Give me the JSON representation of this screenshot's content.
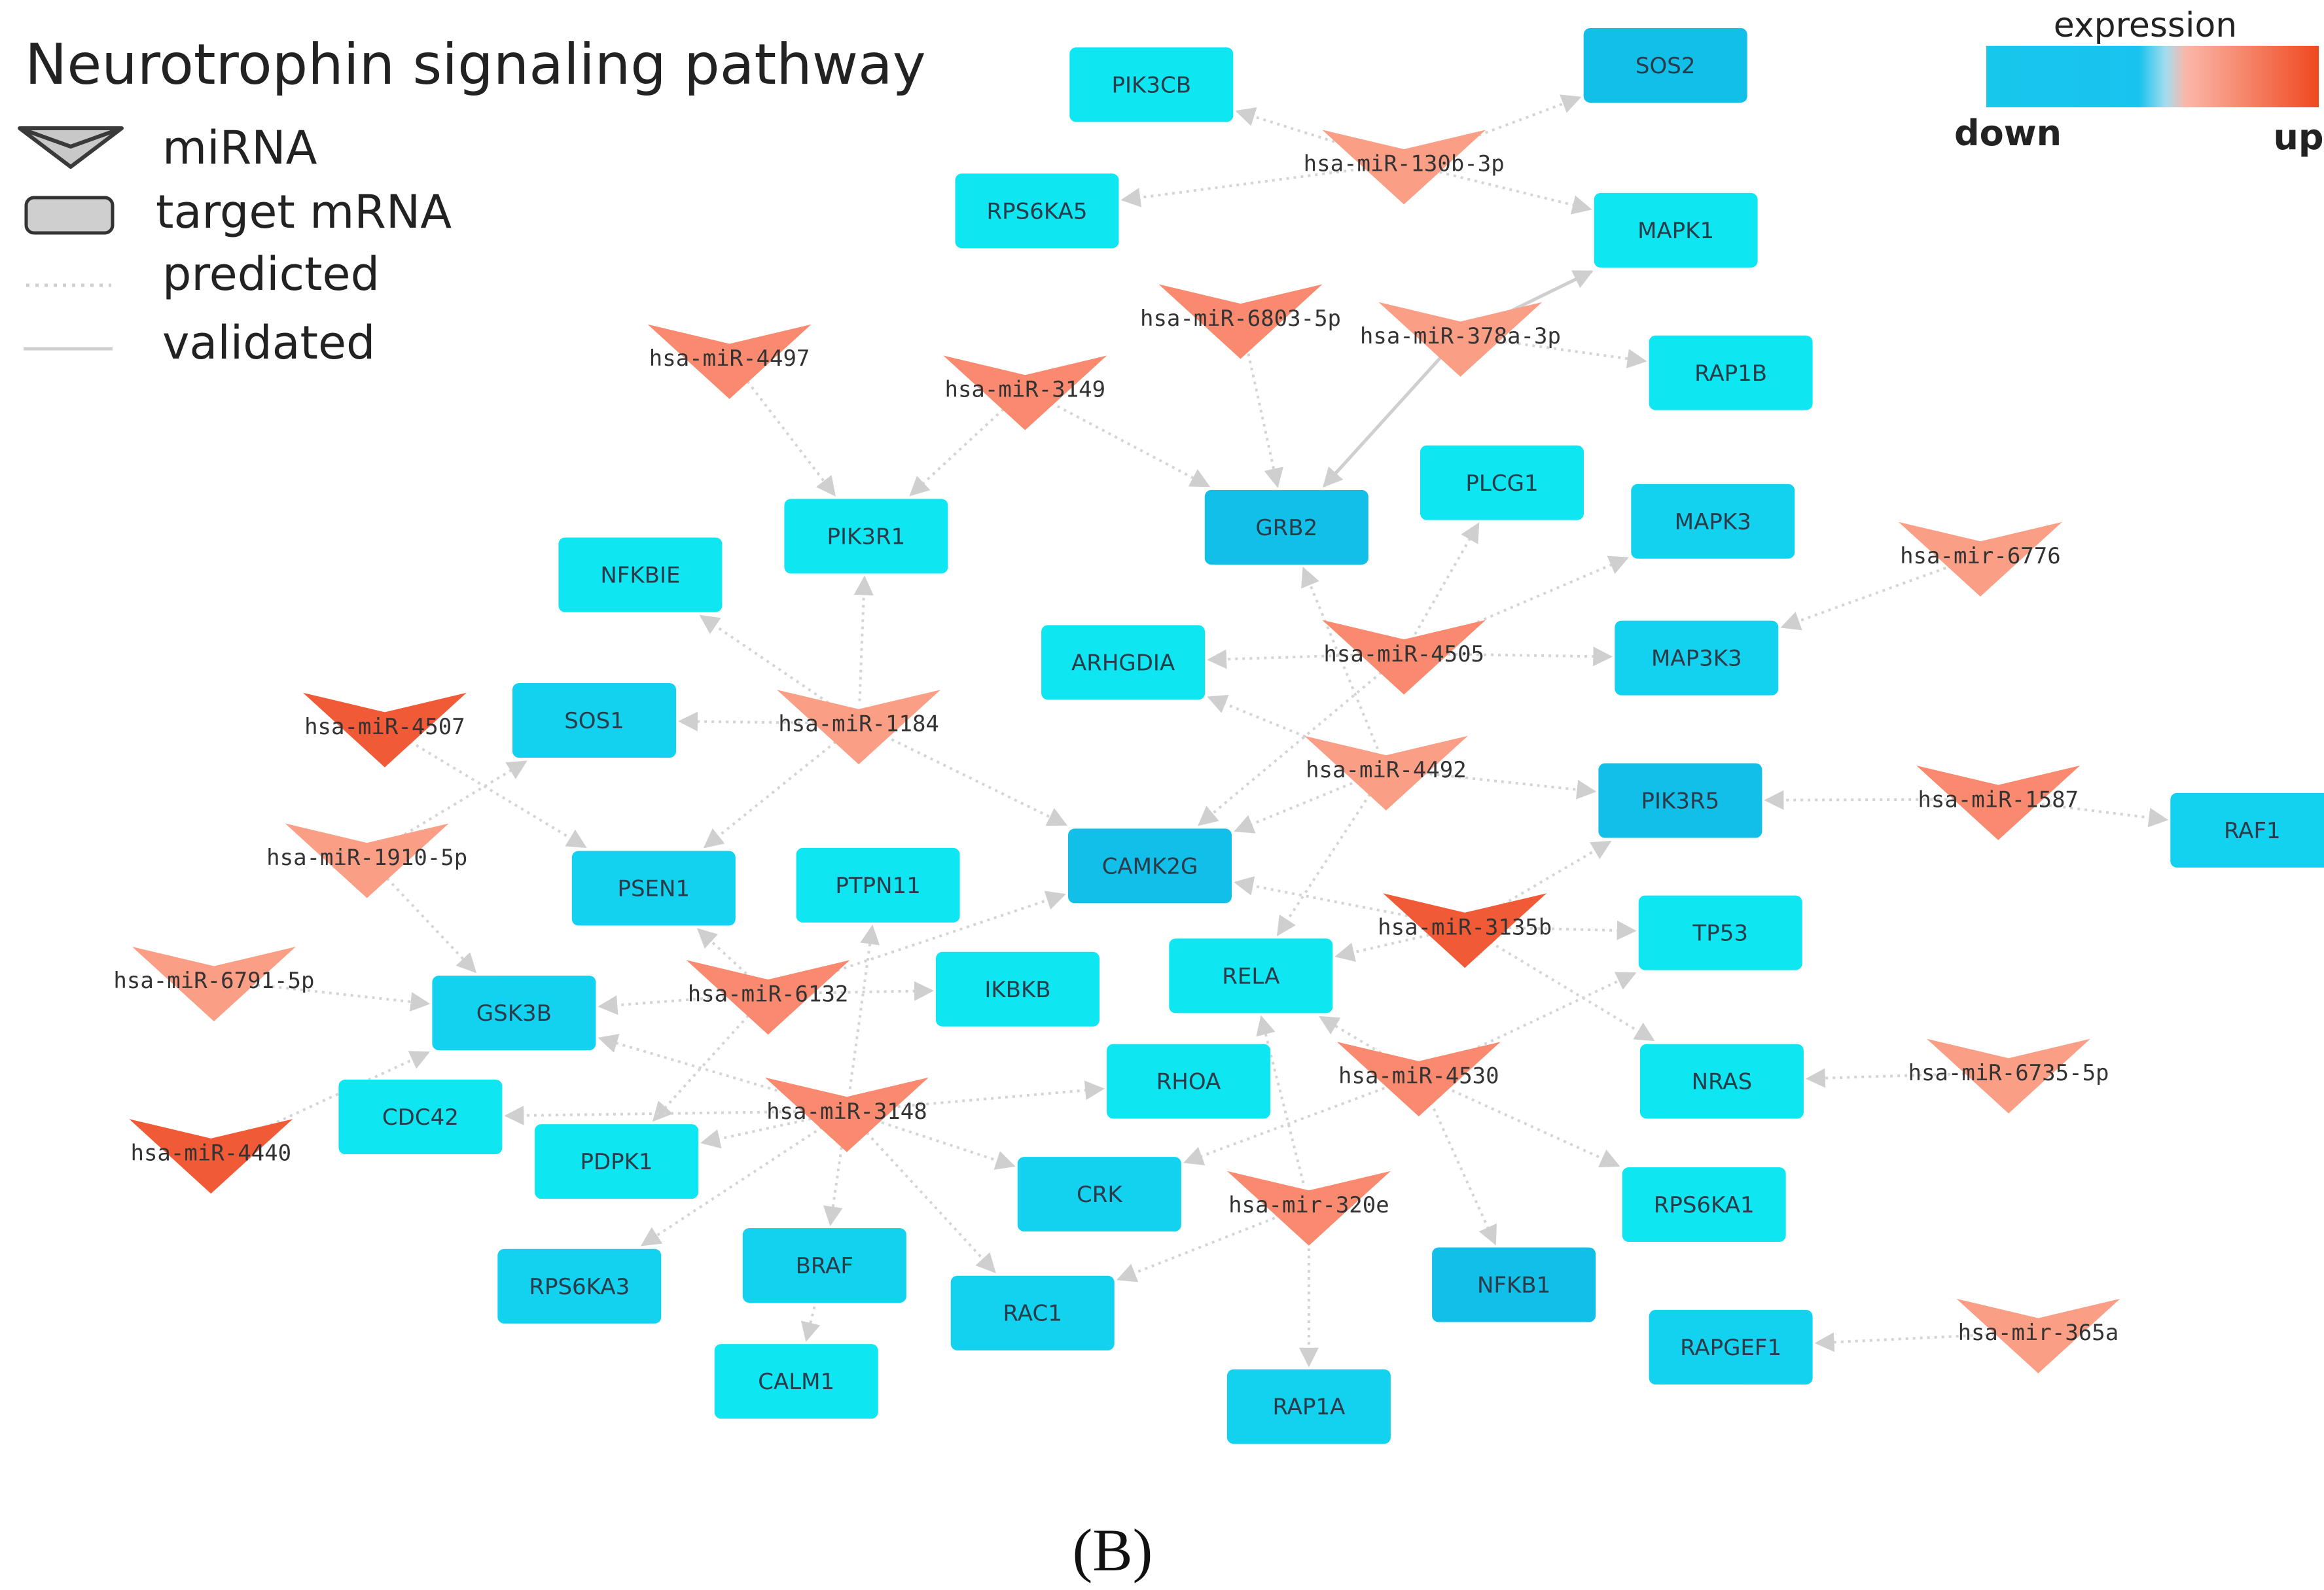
{
  "title": "Neurotrophin signaling pathway",
  "legend": {
    "mirna": "miRNA",
    "mrna": "target mRNA",
    "predicted": "predicted",
    "validated": "validated"
  },
  "expression_scale": {
    "title": "expression",
    "low": "down",
    "high": "up"
  },
  "panel_label": "(B)",
  "colors": {
    "mrna_down_light": "#0ee7f2",
    "mrna_down_mid": "#12d2ef",
    "mrna_down_strong": "#12bfe8",
    "mirna_up_light": "#fb9e86",
    "mirna_up_mid": "#f98a6f",
    "mirna_up_strong": "#f05a36",
    "edge": "#d0d0d0"
  },
  "nodes": {
    "PIK3CB": {
      "type": "mrna",
      "label": "PIK3CB",
      "tone": "light"
    },
    "SOS2": {
      "type": "mrna",
      "label": "SOS2",
      "tone": "strong"
    },
    "RPS6KA5": {
      "type": "mrna",
      "label": "RPS6KA5",
      "tone": "light"
    },
    "MAPK1": {
      "type": "mrna",
      "label": "MAPK1",
      "tone": "light"
    },
    "RAP1B": {
      "type": "mrna",
      "label": "RAP1B",
      "tone": "light"
    },
    "PLCG1": {
      "type": "mrna",
      "label": "PLCG1",
      "tone": "light"
    },
    "PIK3R1": {
      "type": "mrna",
      "label": "PIK3R1",
      "tone": "light"
    },
    "GRB2": {
      "type": "mrna",
      "label": "GRB2",
      "tone": "strong"
    },
    "MAPK3": {
      "type": "mrna",
      "label": "MAPK3",
      "tone": "mid"
    },
    "NFKBIE": {
      "type": "mrna",
      "label": "NFKBIE",
      "tone": "light"
    },
    "ARHGDIA": {
      "type": "mrna",
      "label": "ARHGDIA",
      "tone": "light"
    },
    "MAP3K3": {
      "type": "mrna",
      "label": "MAP3K3",
      "tone": "mid"
    },
    "SOS1": {
      "type": "mrna",
      "label": "SOS1",
      "tone": "mid"
    },
    "PIK3R5": {
      "type": "mrna",
      "label": "PIK3R5",
      "tone": "strong"
    },
    "RAF1": {
      "type": "mrna",
      "label": "RAF1",
      "tone": "mid"
    },
    "PSEN1": {
      "type": "mrna",
      "label": "PSEN1",
      "tone": "mid"
    },
    "PTPN11": {
      "type": "mrna",
      "label": "PTPN11",
      "tone": "light"
    },
    "CAMK2G": {
      "type": "mrna",
      "label": "CAMK2G",
      "tone": "strong"
    },
    "TP53": {
      "type": "mrna",
      "label": "TP53",
      "tone": "light"
    },
    "RELA": {
      "type": "mrna",
      "label": "RELA",
      "tone": "light"
    },
    "GSK3B": {
      "type": "mrna",
      "label": "GSK3B",
      "tone": "mid"
    },
    "IKBKB": {
      "type": "mrna",
      "label": "IKBKB",
      "tone": "light"
    },
    "RHOA": {
      "type": "mrna",
      "label": "RHOA",
      "tone": "light"
    },
    "NRAS": {
      "type": "mrna",
      "label": "NRAS",
      "tone": "light"
    },
    "CDC42": {
      "type": "mrna",
      "label": "CDC42",
      "tone": "light"
    },
    "PDPK1": {
      "type": "mrna",
      "label": "PDPK1",
      "tone": "light"
    },
    "CRK": {
      "type": "mrna",
      "label": "CRK",
      "tone": "mid"
    },
    "RPS6KA1": {
      "type": "mrna",
      "label": "RPS6KA1",
      "tone": "light"
    },
    "RPS6KA3": {
      "type": "mrna",
      "label": "RPS6KA3",
      "tone": "mid"
    },
    "BRAF": {
      "type": "mrna",
      "label": "BRAF",
      "tone": "mid"
    },
    "NFKB1": {
      "type": "mrna",
      "label": "NFKB1",
      "tone": "strong"
    },
    "RAC1": {
      "type": "mrna",
      "label": "RAC1",
      "tone": "mid"
    },
    "CALM1": {
      "type": "mrna",
      "label": "CALM1",
      "tone": "light"
    },
    "RAPGEF1": {
      "type": "mrna",
      "label": "RAPGEF1",
      "tone": "mid"
    },
    "RAP1A": {
      "type": "mrna",
      "label": "RAP1A",
      "tone": "mid"
    },
    "miR130b": {
      "type": "mirna",
      "label": "hsa-miR-130b-3p",
      "tone": "light"
    },
    "miR6803": {
      "type": "mirna",
      "label": "hsa-miR-6803-5p",
      "tone": "mid"
    },
    "miR378a": {
      "type": "mirna",
      "label": "hsa-miR-378a-3p",
      "tone": "light"
    },
    "miR4497": {
      "type": "mirna",
      "label": "hsa-miR-4497",
      "tone": "mid"
    },
    "miR3149": {
      "type": "mirna",
      "label": "hsa-miR-3149",
      "tone": "mid"
    },
    "mir6776": {
      "type": "mirna",
      "label": "hsa-mir-6776",
      "tone": "light"
    },
    "miR4505": {
      "type": "mirna",
      "label": "hsa-miR-4505",
      "tone": "mid"
    },
    "miR4507": {
      "type": "mirna",
      "label": "hsa-miR-4507",
      "tone": "strong"
    },
    "miR1184": {
      "type": "mirna",
      "label": "hsa-miR-1184",
      "tone": "light"
    },
    "miR4492": {
      "type": "mirna",
      "label": "hsa-miR-4492",
      "tone": "light"
    },
    "miR1587": {
      "type": "mirna",
      "label": "hsa-miR-1587",
      "tone": "mid"
    },
    "miR1910": {
      "type": "mirna",
      "label": "hsa-miR-1910-5p",
      "tone": "light"
    },
    "miR3135b": {
      "type": "mirna",
      "label": "hsa-miR-3135b",
      "tone": "strong"
    },
    "miR6791": {
      "type": "mirna",
      "label": "hsa-miR-6791-5p",
      "tone": "light"
    },
    "miR6132": {
      "type": "mirna",
      "label": "hsa-miR-6132",
      "tone": "mid"
    },
    "miR4530": {
      "type": "mirna",
      "label": "hsa-miR-4530",
      "tone": "mid"
    },
    "miR6735": {
      "type": "mirna",
      "label": "hsa-miR-6735-5p",
      "tone": "light"
    },
    "miR3148": {
      "type": "mirna",
      "label": "hsa-miR-3148",
      "tone": "mid"
    },
    "miR4440": {
      "type": "mirna",
      "label": "hsa-miR-4440",
      "tone": "strong"
    },
    "mir320e": {
      "type": "mirna",
      "label": "hsa-mir-320e",
      "tone": "mid"
    },
    "mir365a": {
      "type": "mirna",
      "label": "hsa-mir-365a",
      "tone": "light"
    }
  },
  "edges": [
    {
      "source": "miR130b",
      "target": "PIK3CB",
      "kind": "predicted"
    },
    {
      "source": "miR130b",
      "target": "SOS2",
      "kind": "predicted"
    },
    {
      "source": "miR130b",
      "target": "RPS6KA5",
      "kind": "predicted"
    },
    {
      "source": "miR130b",
      "target": "MAPK1",
      "kind": "predicted"
    },
    {
      "source": "miR378a",
      "target": "MAPK1",
      "kind": "validated"
    },
    {
      "source": "miR378a",
      "target": "RAP1B",
      "kind": "predicted"
    },
    {
      "source": "miR378a",
      "target": "GRB2",
      "kind": "validated"
    },
    {
      "source": "miR6803",
      "target": "GRB2",
      "kind": "predicted"
    },
    {
      "source": "miR4497",
      "target": "PIK3R1",
      "kind": "predicted"
    },
    {
      "source": "miR3149",
      "target": "PIK3R1",
      "kind": "predicted"
    },
    {
      "source": "miR3149",
      "target": "GRB2",
      "kind": "predicted"
    },
    {
      "source": "mir6776",
      "target": "MAP3K3",
      "kind": "predicted"
    },
    {
      "source": "miR4505",
      "target": "PLCG1",
      "kind": "predicted"
    },
    {
      "source": "miR4505",
      "target": "MAPK3",
      "kind": "predicted"
    },
    {
      "source": "miR4505",
      "target": "ARHGDIA",
      "kind": "predicted"
    },
    {
      "source": "miR4505",
      "target": "MAP3K3",
      "kind": "predicted"
    },
    {
      "source": "miR4505",
      "target": "CAMK2G",
      "kind": "predicted"
    },
    {
      "source": "miR4492",
      "target": "GRB2",
      "kind": "predicted"
    },
    {
      "source": "miR4492",
      "target": "ARHGDIA",
      "kind": "predicted"
    },
    {
      "source": "miR4492",
      "target": "PIK3R5",
      "kind": "predicted"
    },
    {
      "source": "miR4492",
      "target": "CAMK2G",
      "kind": "predicted"
    },
    {
      "source": "miR4492",
      "target": "RELA",
      "kind": "predicted"
    },
    {
      "source": "miR1184",
      "target": "NFKBIE",
      "kind": "predicted"
    },
    {
      "source": "miR1184",
      "target": "PIK3R1",
      "kind": "predicted"
    },
    {
      "source": "miR1184",
      "target": "SOS1",
      "kind": "predicted"
    },
    {
      "source": "miR1184",
      "target": "PSEN1",
      "kind": "predicted"
    },
    {
      "source": "miR1184",
      "target": "CAMK2G",
      "kind": "predicted"
    },
    {
      "source": "miR4507",
      "target": "PSEN1",
      "kind": "predicted"
    },
    {
      "source": "miR1910",
      "target": "SOS1",
      "kind": "predicted"
    },
    {
      "source": "miR1910",
      "target": "GSK3B",
      "kind": "predicted"
    },
    {
      "source": "miR1587",
      "target": "PIK3R5",
      "kind": "predicted"
    },
    {
      "source": "miR1587",
      "target": "RAF1",
      "kind": "predicted"
    },
    {
      "source": "miR3135b",
      "target": "PIK3R5",
      "kind": "predicted"
    },
    {
      "source": "miR3135b",
      "target": "CAMK2G",
      "kind": "predicted"
    },
    {
      "source": "miR3135b",
      "target": "TP53",
      "kind": "predicted"
    },
    {
      "source": "miR3135b",
      "target": "RELA",
      "kind": "predicted"
    },
    {
      "source": "miR3135b",
      "target": "NRAS",
      "kind": "predicted"
    },
    {
      "source": "miR6791",
      "target": "GSK3B",
      "kind": "predicted"
    },
    {
      "source": "miR6132",
      "target": "GSK3B",
      "kind": "predicted"
    },
    {
      "source": "miR6132",
      "target": "PSEN1",
      "kind": "predicted"
    },
    {
      "source": "miR6132",
      "target": "CAMK2G",
      "kind": "predicted"
    },
    {
      "source": "miR6132",
      "target": "IKBKB",
      "kind": "predicted"
    },
    {
      "source": "miR6132",
      "target": "PDPK1",
      "kind": "predicted"
    },
    {
      "source": "miR4440",
      "target": "GSK3B",
      "kind": "predicted"
    },
    {
      "source": "miR3148",
      "target": "GSK3B",
      "kind": "predicted"
    },
    {
      "source": "miR3148",
      "target": "CDC42",
      "kind": "predicted"
    },
    {
      "source": "miR3148",
      "target": "PTPN11",
      "kind": "predicted"
    },
    {
      "source": "miR3148",
      "target": "PDPK1",
      "kind": "predicted"
    },
    {
      "source": "miR3148",
      "target": "RHOA",
      "kind": "predicted"
    },
    {
      "source": "miR3148",
      "target": "CRK",
      "kind": "predicted"
    },
    {
      "source": "miR3148",
      "target": "RPS6KA3",
      "kind": "predicted"
    },
    {
      "source": "miR3148",
      "target": "BRAF",
      "kind": "predicted"
    },
    {
      "source": "miR3148",
      "target": "RAC1",
      "kind": "predicted"
    },
    {
      "source": "miR4530",
      "target": "RELA",
      "kind": "predicted"
    },
    {
      "source": "miR4530",
      "target": "TP53",
      "kind": "predicted"
    },
    {
      "source": "miR4530",
      "target": "CRK",
      "kind": "predicted"
    },
    {
      "source": "miR4530",
      "target": "NFKB1",
      "kind": "predicted"
    },
    {
      "source": "miR4530",
      "target": "RPS6KA1",
      "kind": "predicted"
    },
    {
      "source": "miR6735",
      "target": "NRAS",
      "kind": "predicted"
    },
    {
      "source": "mir320e",
      "target": "RELA",
      "kind": "predicted"
    },
    {
      "source": "mir320e",
      "target": "RAC1",
      "kind": "predicted"
    },
    {
      "source": "mir320e",
      "target": "RAP1A",
      "kind": "predicted"
    },
    {
      "source": "mir365a",
      "target": "RAPGEF1",
      "kind": "predicted"
    },
    {
      "source": "BRAF",
      "target": "CALM1",
      "kind": "predicted"
    }
  ]
}
